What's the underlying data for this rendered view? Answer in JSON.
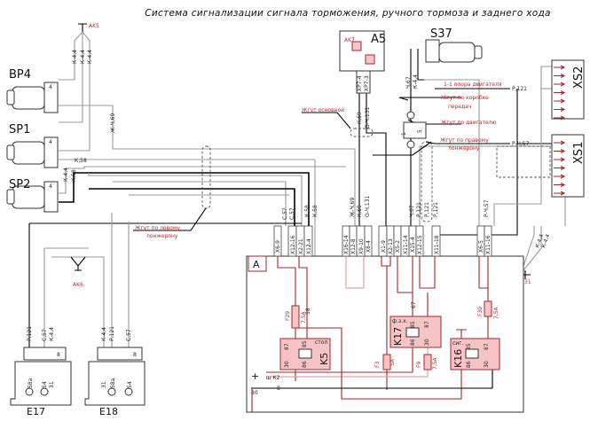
{
  "title": "Система сигнализации сигнала торможения, ручного тормоза и заднего хода",
  "components": {
    "bp4": "BP4",
    "sp1": "SP1",
    "sp2": "SP2",
    "a5": "A5",
    "s37": "S37",
    "xs1": "XS1",
    "xs2": "XS2",
    "e17": "E17",
    "e18": "E18",
    "a": "A",
    "k5": "K5",
    "k17": "K17",
    "k16": "K16",
    "ak5": "AK5",
    "ak6": "AK6",
    "ak7": "AK7"
  },
  "harness": {
    "left_1": "Жгут по левому",
    "left_2": "лонжерону",
    "main": "Жгут основной",
    "gearbox_1": "Жгут по коробке",
    "gearbox_2": "передач",
    "engine": "Жгут по двигателю",
    "right_1": "Жгут по правому",
    "right_2": "лонжерону",
    "engine_mount": "1-1 опора двигателя"
  },
  "wires": {
    "k4_4": "К-4,4",
    "zh_ch69": "Ж-Ч,69",
    "k58": "К,58",
    "k69": "К,69",
    "o_ch131": "О-Ч,131",
    "c57": "С,57",
    "ch67": "Ч,67",
    "p121": "Р,121",
    "p_ch57": "Р-Ч,57",
    "k44": "К-4,4"
  },
  "pins": {
    "x6_9": "X6-9",
    "x12_16": "X12-16",
    "x2_21": "X2-21",
    "x12_4": "X12-4",
    "x16_14": "X16-14",
    "x12_8": "X12-8",
    "x9_10": "X9-10",
    "x8_4": "X8-4",
    "x1_9": "X1-9",
    "x2_13": "X2-13",
    "x5_2": "X5-2",
    "x11_14": "X11-14",
    "x15_4": "X15-4",
    "x12_15": "X12-15",
    "x11_18": "X11-18",
    "x6_5": "X6-5",
    "x11_16": "X11-16",
    "xp7_4": "XP7-4",
    "xp7_3": "XP7-3"
  },
  "terminals": {
    "t87": "87",
    "t85": "85",
    "t30": "30",
    "t86": "86",
    "t67": "67",
    "t58": "58",
    "t8": "8",
    "t31": "31",
    "t58a": "58а",
    "t54": "54",
    "t4": "4",
    "t1": "1",
    "t2": "2",
    "t5": "5",
    "plus": "+",
    "sh_k2": "ш К2"
  },
  "relay_labels": {
    "k5": "стоп",
    "k17": "ф.з.х.",
    "k16": "сиг."
  },
  "fuses": [
    {
      "name": "F29",
      "rating": "7,5А"
    },
    {
      "name": "F3",
      "rating": "5А"
    },
    {
      "name": "F9",
      "rating": "7,5А"
    },
    {
      "name": "F30",
      "rating": "7,5А"
    }
  ],
  "colors": {
    "wire_red": "#a0282c",
    "relay_fill": "#f6c4c4",
    "wire_grey": "#999999"
  }
}
